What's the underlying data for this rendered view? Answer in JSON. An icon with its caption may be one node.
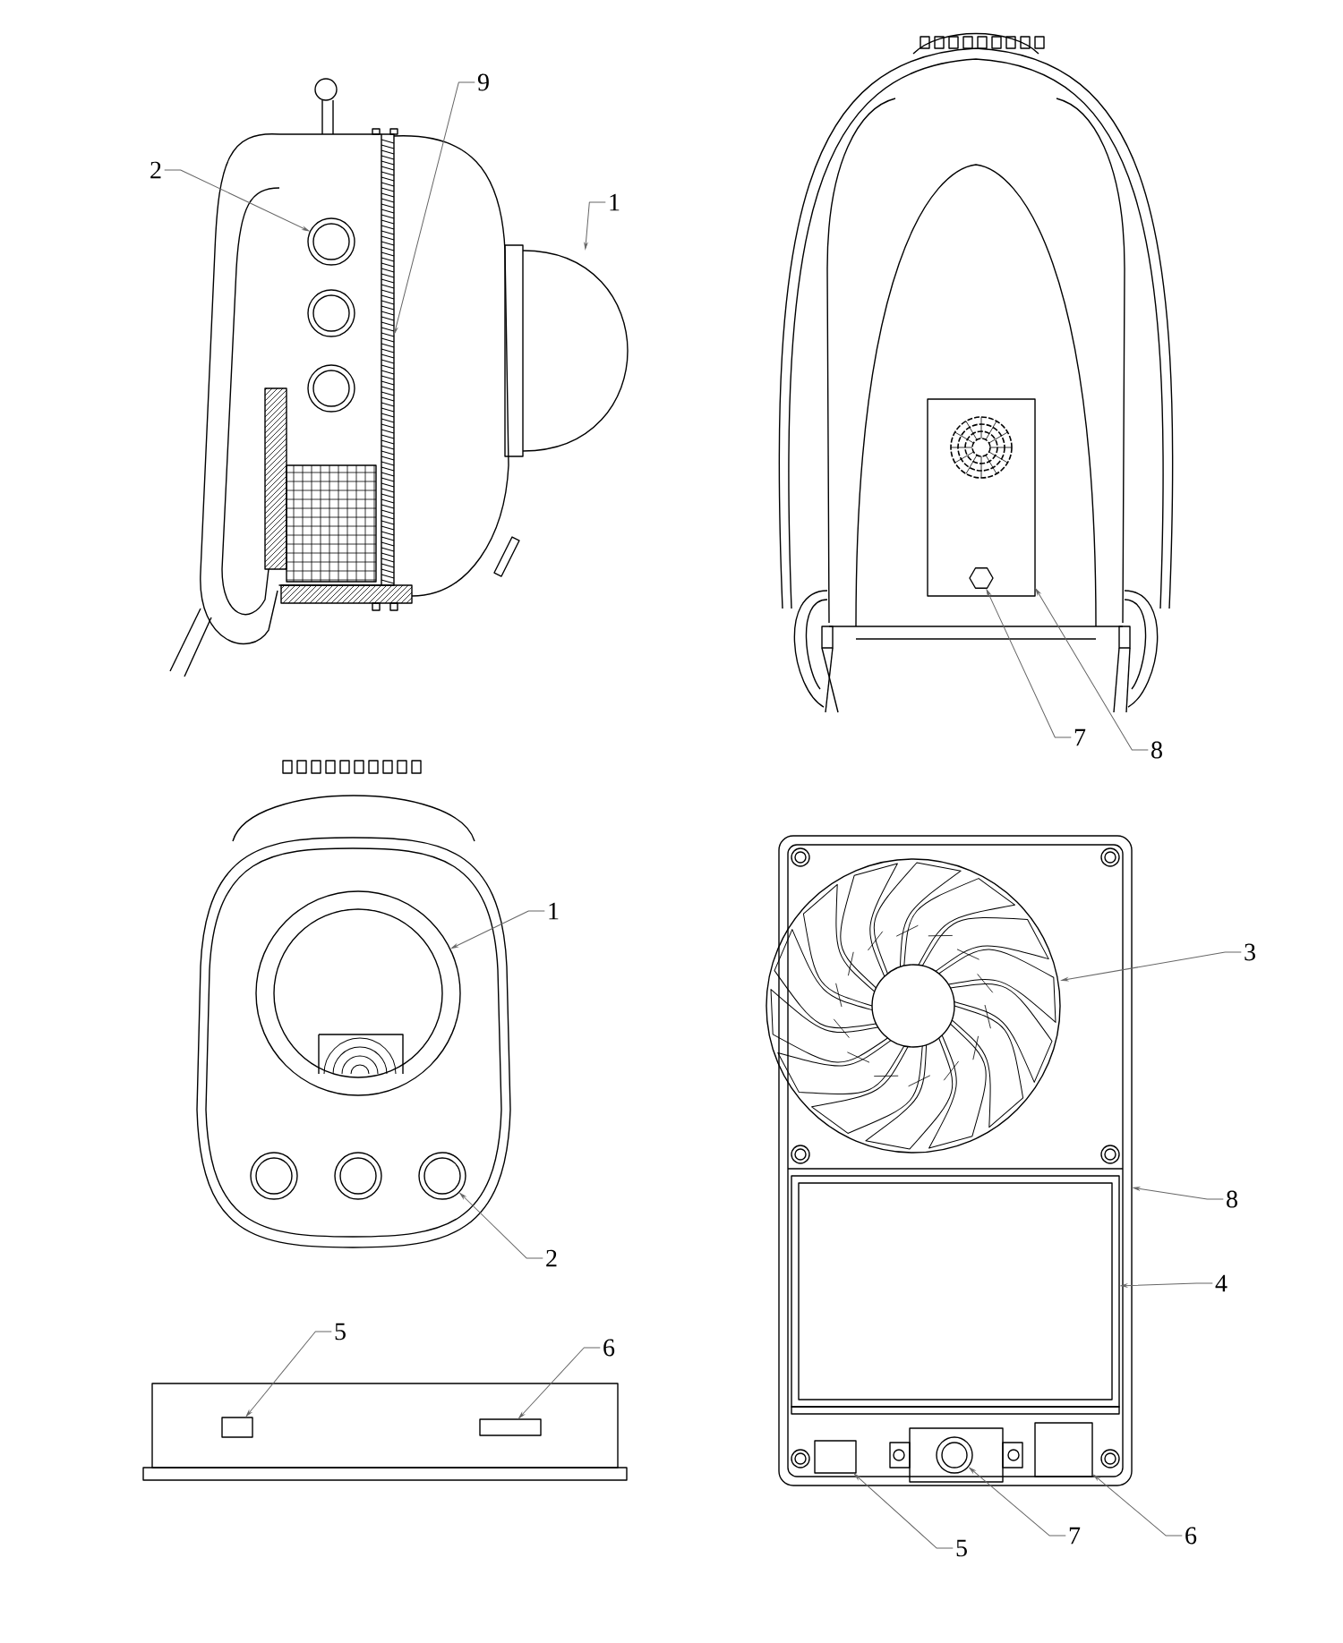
{
  "diagram": {
    "nodes": [
      {
        "text": [
          "9"
        ]
      },
      {
        "text": [
          "2"
        ]
      },
      {
        "text": [
          "1"
        ]
      },
      {
        "text": [
          "7"
        ]
      },
      {
        "text": [
          "8"
        ]
      },
      {
        "text": [
          "1"
        ]
      },
      {
        "text": [
          "2"
        ]
      },
      {
        "text": [
          "3"
        ]
      },
      {
        "text": [
          "8"
        ]
      },
      {
        "text": [
          "4"
        ]
      },
      {
        "text": [
          "5"
        ]
      },
      {
        "text": [
          "7"
        ]
      },
      {
        "text": [
          "6"
        ]
      },
      {
        "text": [
          "5"
        ]
      },
      {
        "text": [
          "6"
        ]
      },
      {
        "text": [],
        "shape": "bar"
      },
      {
        "text": [],
        "shape": "circle"
      },
      {
        "text": [],
        "shape": "picture"
      },
      {
        "text": [],
        "shape": "box"
      },
      {
        "text": [],
        "shape": "hexagon",
        "in": 18
      },
      {
        "text": [],
        "shape": "circle"
      },
      {
        "text": [],
        "shape": "circle"
      },
      {
        "text": [],
        "shape": "box"
      },
      {
        "text": [],
        "shape": "picture",
        "in": 22
      },
      {
        "text": [],
        "shape": "box",
        "in": 22
      },
      {
        "text": [],
        "shape": "box",
        "in": 22
      },
      {
        "text": [],
        "shape": "circle",
        "in": 22
      },
      {
        "text": [],
        "shape": "box",
        "in": 22
      },
      {
        "text": [],
        "shape": "box"
      },
      {
        "text": [],
        "shape": "box"
      }
    ],
    "edges": [
      {
        "from": 0,
        "to": 15,
        "arrow": "to"
      },
      {
        "from": 1,
        "to": 16,
        "arrow": "to"
      },
      {
        "from": 2,
        "to": 17,
        "arrow": "to"
      },
      {
        "from": 3,
        "to": 19,
        "arrow": "to"
      },
      {
        "from": 4,
        "to": 18,
        "arrow": "to"
      },
      {
        "from": 5,
        "to": 20,
        "arrow": "to"
      },
      {
        "from": 6,
        "to": 21,
        "arrow": "to"
      },
      {
        "from": 7,
        "to": 23,
        "arrow": "to"
      },
      {
        "from": 8,
        "to": 22,
        "arrow": "to"
      },
      {
        "from": 9,
        "to": 24,
        "arrow": "to"
      },
      {
        "from": 10,
        "to": 25,
        "arrow": "to"
      },
      {
        "from": 11,
        "to": 26,
        "arrow": "to"
      },
      {
        "from": 12,
        "to": 27,
        "arrow": "to"
      },
      {
        "from": 13,
        "to": 28,
        "arrow": "to"
      },
      {
        "from": 14,
        "to": 29,
        "arrow": "to"
      }
    ]
  }
}
